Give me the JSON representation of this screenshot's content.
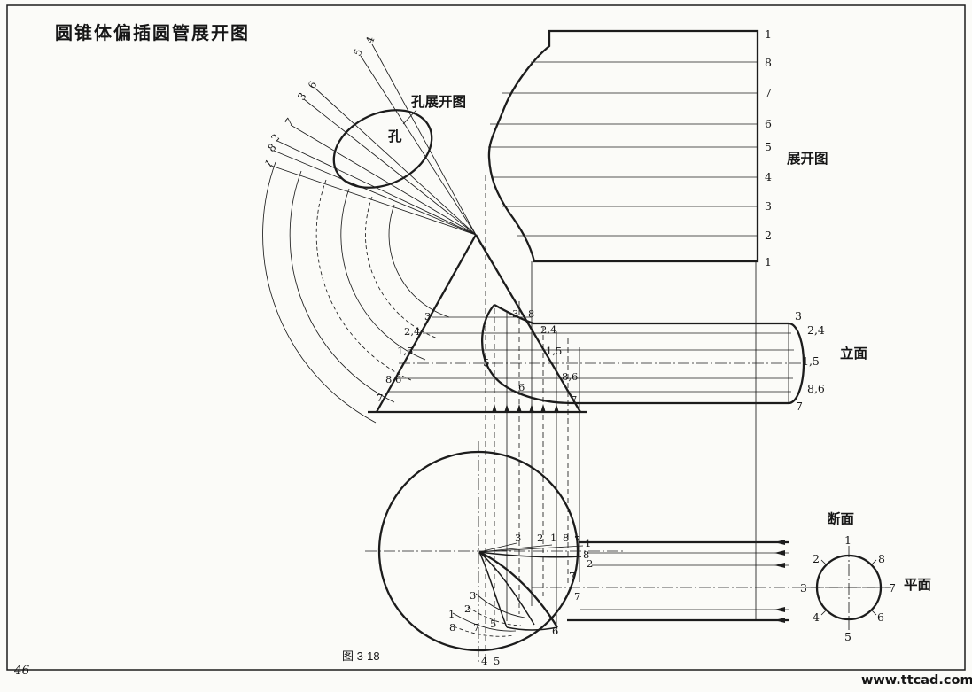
{
  "title": "圆锥体偏插圆管展开图",
  "caption": "图 3-18",
  "page_number": "46",
  "watermark": "www.ttcad.com",
  "region_labels": {
    "hole_dev": "孔展开图",
    "hole": "孔",
    "development": "展开图",
    "elevation": "立面",
    "section": "断面",
    "plan": "平面"
  },
  "nums": {
    "fan": [
      "4",
      "5",
      "6",
      "3",
      "7",
      "2",
      "8",
      "1"
    ],
    "cone_left": [
      "3",
      "2,4",
      "1,5",
      "8,6",
      "7"
    ],
    "cone_mid": [
      "3",
      "8",
      "2,4",
      "1,5",
      "5",
      "8,6",
      "6",
      "7"
    ],
    "elev_right": [
      "3",
      "2,4",
      "1,5",
      "8,6",
      "7"
    ],
    "dev_col": [
      "1",
      "8",
      "7",
      "6",
      "5",
      "4",
      "3",
      "2",
      "1"
    ],
    "plan": [
      "3",
      "2",
      "1",
      "8",
      "7",
      "1",
      "8",
      "2",
      "7",
      "7",
      "3",
      "2",
      "1",
      "8",
      "7",
      "5",
      "6",
      "4",
      "5"
    ],
    "section": [
      "1",
      "2",
      "3",
      "4",
      "5",
      "6",
      "7",
      "8"
    ]
  },
  "colors": {
    "ink": "#1c1c1c",
    "watermark_red": "#e02020",
    "paper": "#fbfbf8"
  }
}
